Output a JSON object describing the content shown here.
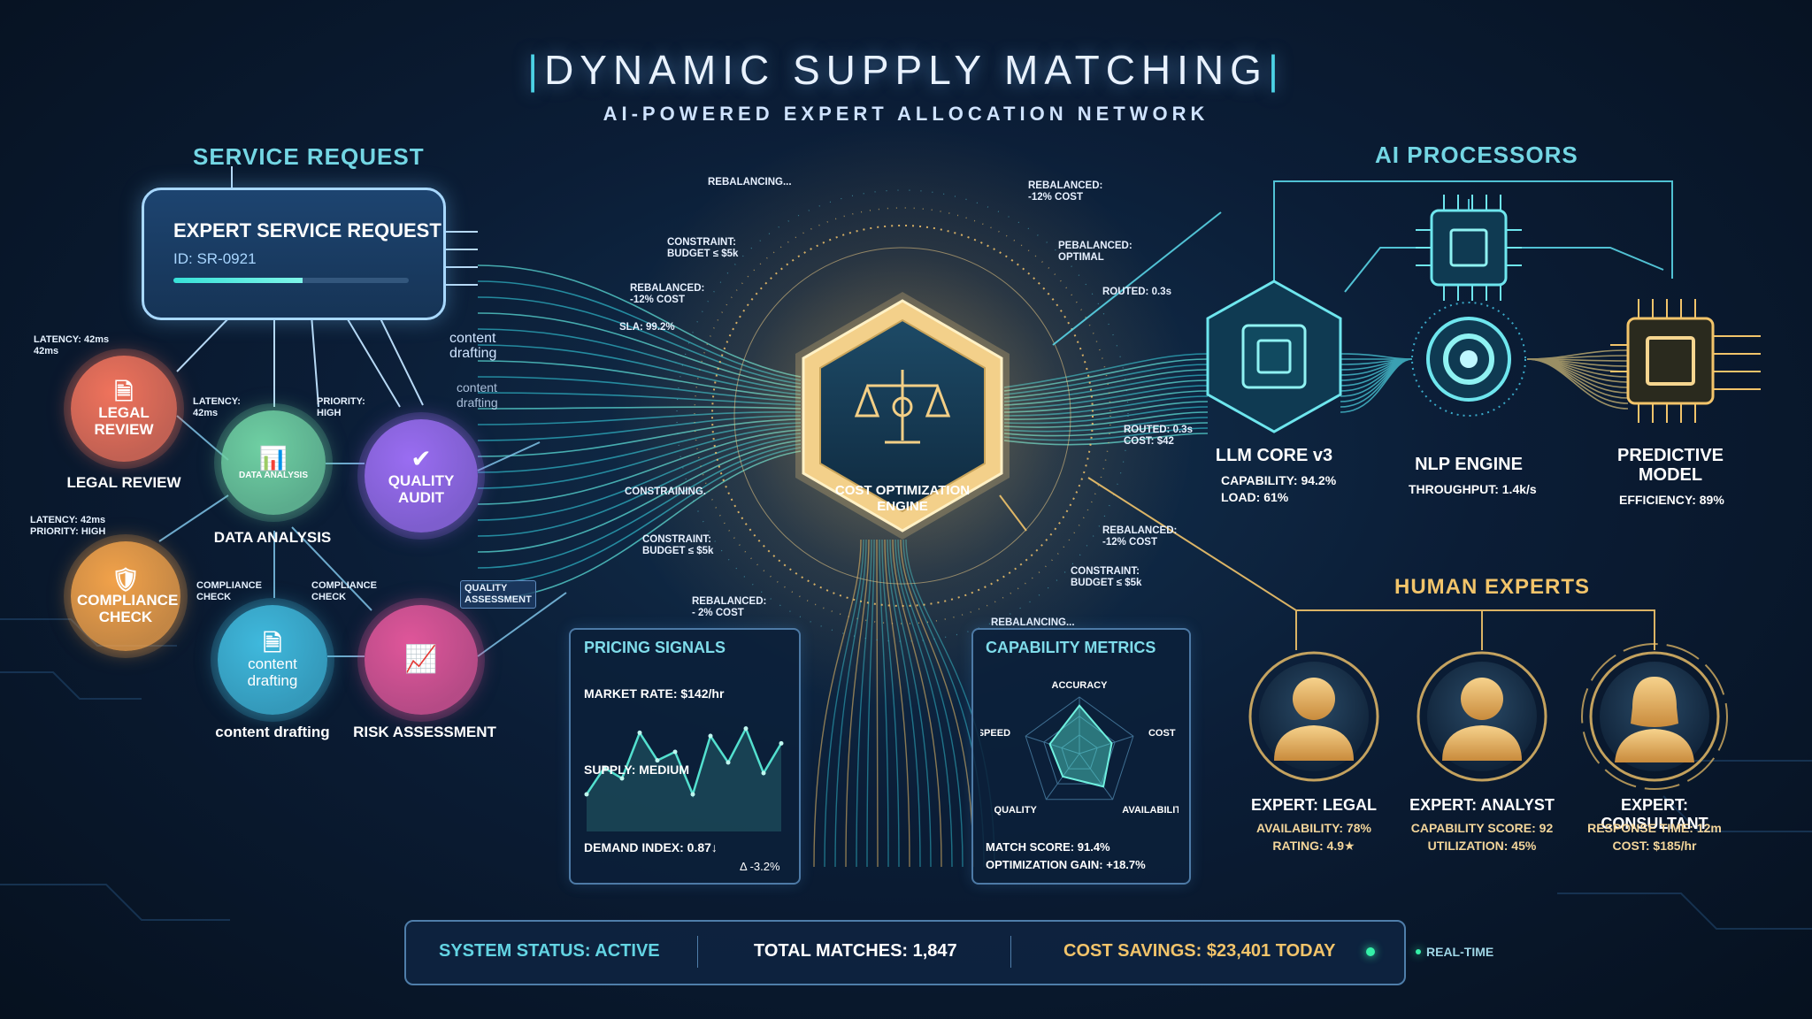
{
  "header": {
    "title": "DYNAMIC SUPPLY MATCHING",
    "subtitle": "AI-POWERED EXPERT ALLOCATION NETWORK"
  },
  "service_request": {
    "section_title": "SERVICE REQUEST",
    "box_title": "EXPERT SERVICE REQUEST",
    "id": "ID: SR-0921",
    "progress": 0.55
  },
  "nodes": {
    "legal_review": {
      "label": "LEGAL REVIEW",
      "caption": "LEGAL REVIEW",
      "color": "#f0735c"
    },
    "data_analysis": {
      "label": "DATA ANALYSIS",
      "caption": "DATA ANALYSIS",
      "color": "#6fd0a3"
    },
    "quality_audit": {
      "label": "QUALITY AUDIT",
      "color": "#9a6df2"
    },
    "compliance_check": {
      "label": "COMPLIANCE CHECK",
      "color": "#f2a24a"
    },
    "content_drafting": {
      "label": "content drafting",
      "caption": "content drafting",
      "color": "#3fb9dd"
    },
    "risk_assessment": {
      "caption": "RISK ASSESSMENT",
      "color": "#e0569a"
    }
  },
  "node_tags": {
    "latency_42ms_a": "LATENCY: 42ms",
    "latency_42ms_a2": "42ms",
    "latency_b1": "LATENCY:",
    "latency_b2": "42ms",
    "priority_1": "PRIORITY:",
    "priority_2": "HIGH",
    "latency_c1": "LATENCY: 42ms",
    "latency_c2": "PRIORITY: HIGH",
    "compliance_a1": "COMPLIANCE",
    "compliance_a2": "CHECK",
    "compliance_b1": "COMPLIANCE",
    "compliance_b2": "CHECK",
    "quality_tag1": "QUALITY",
    "quality_tag2": "ASSESSMENT"
  },
  "flow_labels": {
    "content_drafting_1a": "content",
    "content_drafting_1b": "drafting",
    "content_drafting_2a": "content",
    "content_drafting_2b": "drafting"
  },
  "engine": {
    "label_1": "COST OPTIMIZATION",
    "label_2": "ENGINE",
    "tags": {
      "rebalancing_top": "REBALANCING...",
      "rebalanced_tr_1": "REBALANCED:",
      "rebalanced_tr_2": "-12% COST",
      "constraint_tl_1": "CONSTRAINT:",
      "constraint_tl_2": "BUDGET ≤ $5k",
      "rebalanced_optimal_1": "PEBALANCED:",
      "rebalanced_optimal_2": "OPTIMAL",
      "rebalanced_l_1": "REBALANCED:",
      "rebalanced_l_2": "-12% COST",
      "routed_1": "ROUTED: 0.3s",
      "sla": "SLA: 99.2%",
      "routed_cost_1": "ROUTED: 0.3s",
      "routed_cost_2": "COST: $42",
      "constraining": "CONSTRAINING.",
      "constraint_bl_1": "CONSTRAINT:",
      "constraint_bl_2": "BUDGET ≤ $5k",
      "rebalanced_br_1": "REBALANCED:",
      "rebalanced_br_2": "-12% COST",
      "constraint_br_1": "CONSTRAINT:",
      "constraint_br_2": "BUDGET ≤ $5k",
      "rebalanced_b_1": "REBALANCED:",
      "rebalanced_b_2": "- 2% COST",
      "rebalancing_b": "REBALANCING..."
    }
  },
  "pricing_signals": {
    "title": "PRICING SIGNALS",
    "market_rate": "MARKET RATE: $142/hr",
    "supply": "SUPPLY: MEDIUM",
    "demand_index": "DEMAND INDEX: 0.87↓",
    "delta": "Δ -3.2%",
    "sparkline": [
      0.3,
      0.55,
      0.45,
      0.88,
      0.62,
      0.7,
      0.3,
      0.85,
      0.6,
      0.92,
      0.5,
      0.78
    ],
    "line_color": "#53e0cf"
  },
  "capability_metrics": {
    "title": "CAPABILITY METRICS",
    "axes": [
      "ACCURACY",
      "COST",
      "AVAILABILITY",
      "QUALITY",
      "SPEED"
    ],
    "values": [
      0.85,
      0.6,
      0.72,
      0.5,
      0.55
    ],
    "match_score": "MATCH SCORE: 91.4%",
    "optimization_gain": "OPTIMIZATION GAIN: +18.7%"
  },
  "ai_processors": {
    "section_title": "AI PROCESSORS",
    "llm": {
      "name": "LLM CORE v3",
      "stat_1": "CAPABILITY: 94.2%",
      "stat_2": "LOAD: 61%"
    },
    "nlp": {
      "name": "NLP ENGINE",
      "stat_1": "THROUGHPUT: 1.4k/s"
    },
    "predictive": {
      "name_1": "PREDICTIVE",
      "name_2": "MODEL",
      "stat_1": "EFFICIENCY: 89%"
    }
  },
  "human_experts": {
    "section_title": "HUMAN EXPERTS",
    "legal": {
      "name": "EXPERT: LEGAL",
      "stat_1": "AVAILABILITY: 78%",
      "stat_2": "RATING: 4.9★"
    },
    "analyst": {
      "name": "EXPERT: ANALYST",
      "stat_1": "CAPABILITY SCORE: 92",
      "stat_2": "UTILIZATION: 45%"
    },
    "consultant": {
      "name": "EXPERT: CONSULTANT",
      "stat_1": "RESPONSE TIME: 12m",
      "stat_2": "COST: $185/hr"
    }
  },
  "status_bar": {
    "system_status": "SYSTEM STATUS: ACTIVE",
    "total_matches": "TOTAL MATCHES: 1,847",
    "cost_savings": "COST SAVINGS: $23,401 TODAY",
    "realtime": "REAL-TIME"
  },
  "colors": {
    "accent_cyan": "#5fd3e4",
    "gold": "#f2c46a",
    "status_green": "#35f0a8"
  }
}
